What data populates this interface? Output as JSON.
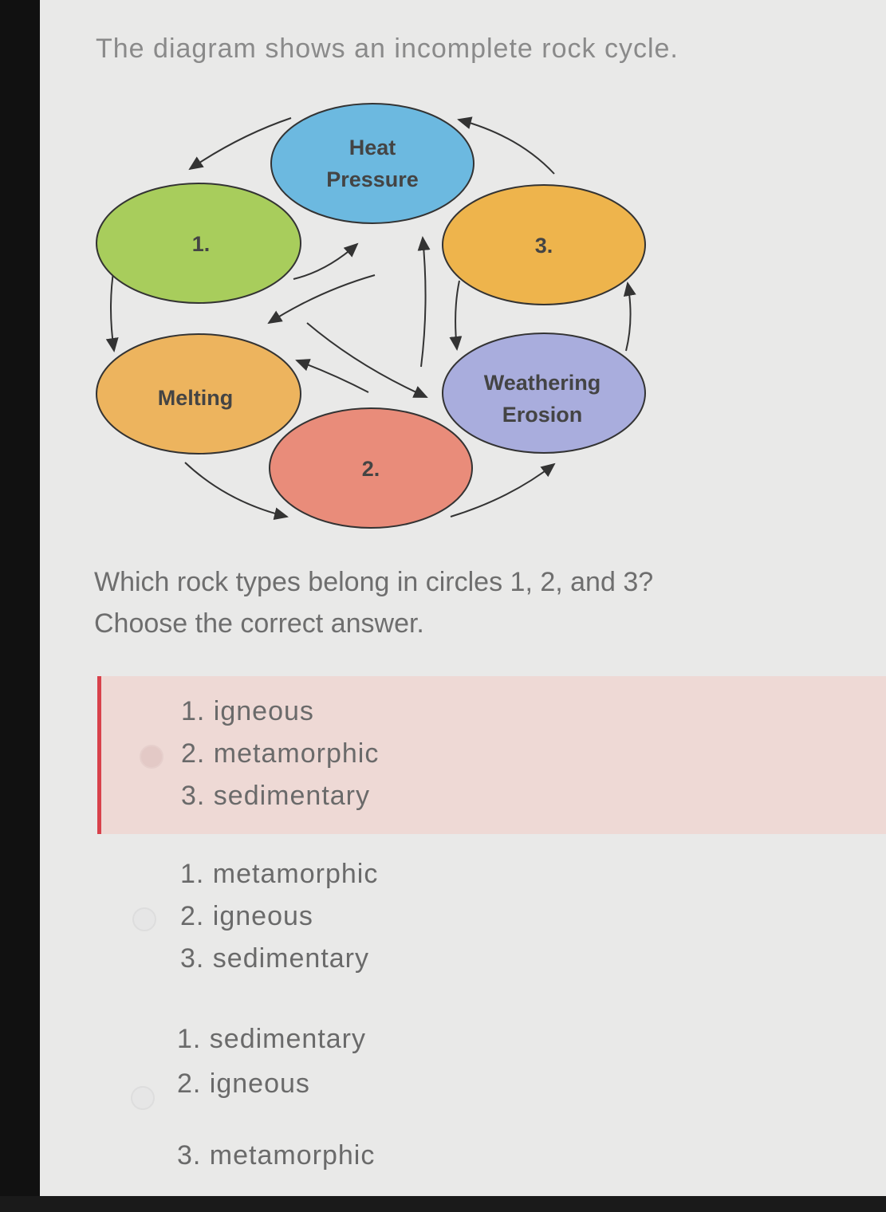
{
  "intro": "The diagram shows an incomplete rock cycle.",
  "diagram": {
    "nodes": [
      {
        "id": "heat",
        "lines": [
          "Heat",
          "Pressure"
        ],
        "color": "#6cb9e0"
      },
      {
        "id": "c1",
        "lines": [
          "1."
        ],
        "color": "#a8cd5c"
      },
      {
        "id": "c3",
        "lines": [
          "3."
        ],
        "color": "#eeb44c"
      },
      {
        "id": "melting",
        "lines": [
          "Melting"
        ],
        "color": "#edb45e"
      },
      {
        "id": "weathering",
        "lines": [
          "Weathering",
          "Erosion"
        ],
        "color": "#a9addd"
      },
      {
        "id": "c2",
        "lines": [
          "2."
        ],
        "color": "#e98c7a"
      }
    ]
  },
  "question": {
    "line1": "Which rock types belong in circles 1, 2, and 3?",
    "line2": "Choose the correct answer."
  },
  "options": [
    {
      "lines": [
        "1. igneous",
        "2. metamorphic",
        "3. sedimentary"
      ],
      "selected": true
    },
    {
      "lines": [
        "1. metamorphic",
        "2. igneous",
        "3. sedimentary"
      ],
      "selected": false
    },
    {
      "lines": [
        "1. sedimentary",
        "2. igneous",
        "3. metamorphic"
      ],
      "selected": false
    }
  ],
  "colors": {
    "selected_bg": "#eed9d5",
    "selected_bar": "#d8414b"
  }
}
